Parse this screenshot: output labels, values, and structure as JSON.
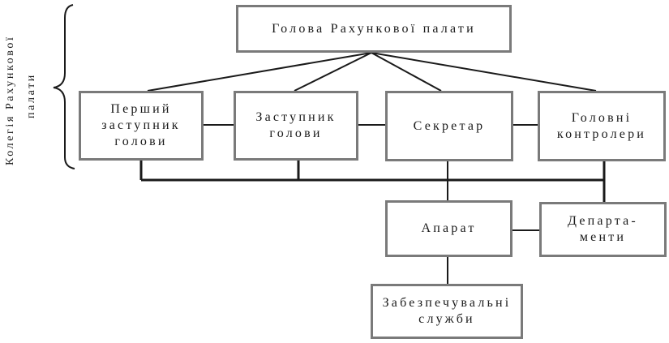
{
  "boxes": {
    "head": "Голова Рахункової палати",
    "first_deputy": "Перший\nзаступник\nголови",
    "deputy": "Заступник\nголови",
    "secretary": "Секретар",
    "chief_controllers": "Головні\nконтролери",
    "apparatus": "Апарат",
    "departments": "Департа-\nменти",
    "support_services": "Забезпечувальні\nслужби"
  },
  "side_label": {
    "line1": "Колегія Рахункової",
    "line2": "палати"
  }
}
